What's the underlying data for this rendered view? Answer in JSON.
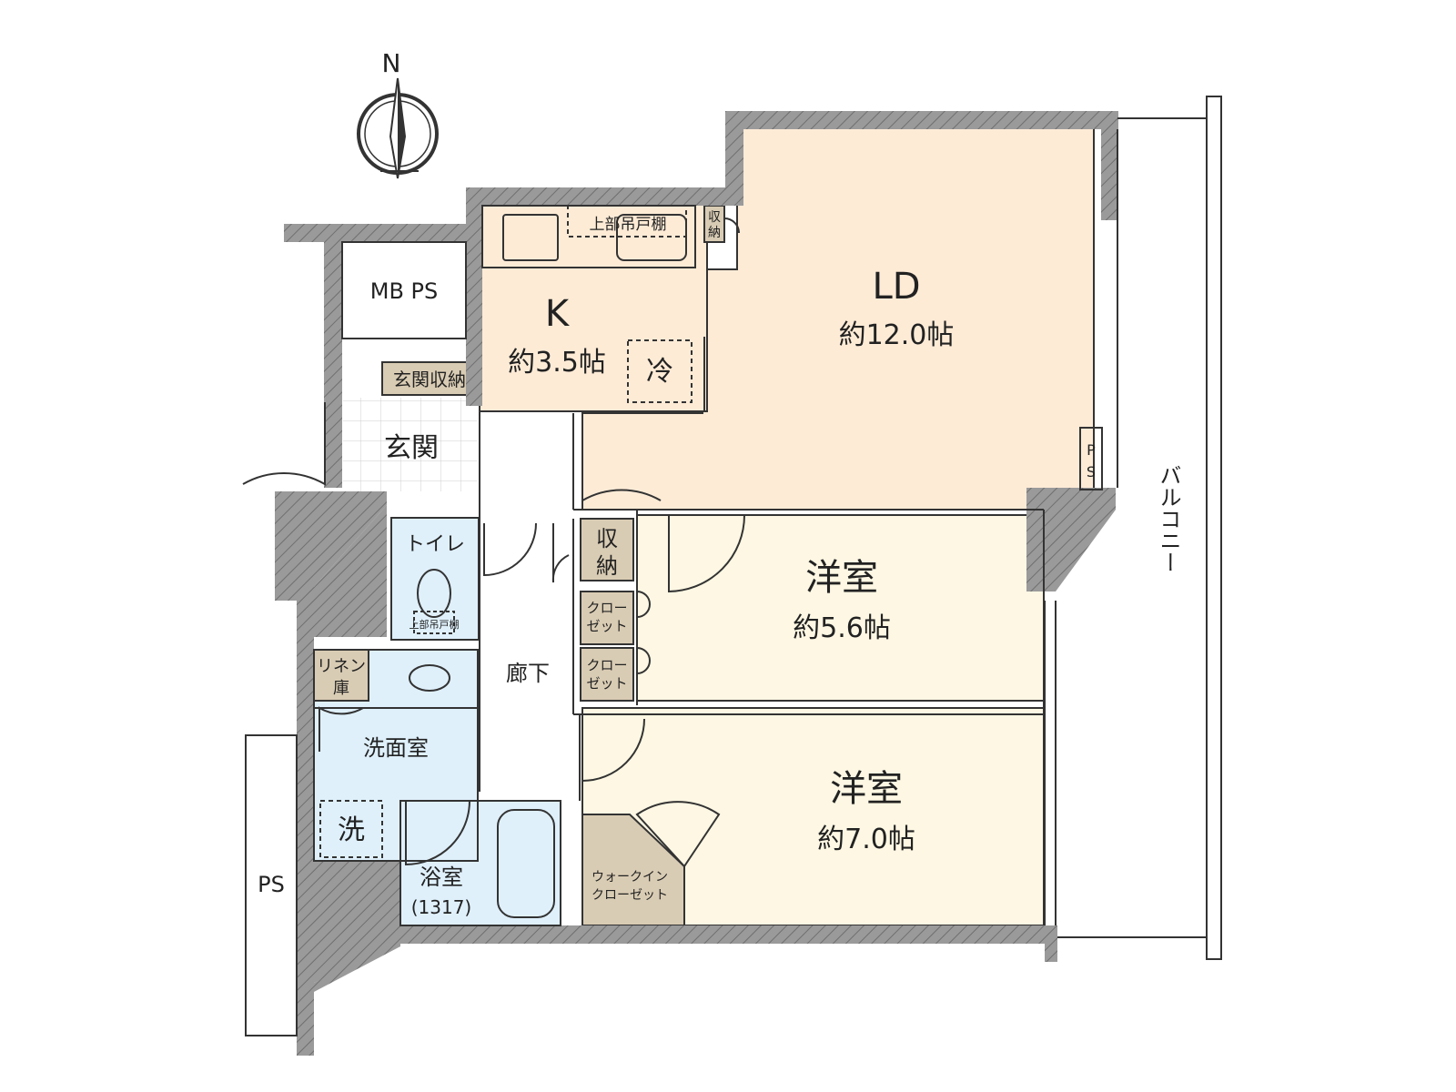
{
  "compass": {
    "north_label": "N"
  },
  "rooms": {
    "ld": {
      "name": "LD",
      "size": "約12.0帖",
      "color": "#fdebd6"
    },
    "kitchen": {
      "name": "K",
      "size": "約3.5帖",
      "color": "#fdebd6"
    },
    "fridge": {
      "label": "冷"
    },
    "upper_shelf": {
      "label": "上部吊戸棚"
    },
    "kitchen_storage": {
      "label_1": "収",
      "label_2": "納"
    },
    "mb_ps": {
      "label": "MB  PS"
    },
    "entrance_storage": {
      "label": "玄関収納"
    },
    "entrance": {
      "label": "玄関"
    },
    "toilet": {
      "label": "トイレ",
      "shelf": "上部吊戸棚",
      "color": "#dff0fb"
    },
    "hall_storage": {
      "label_1": "収",
      "label_2": "納"
    },
    "hallway": {
      "label": "廊下"
    },
    "western_1": {
      "name": "洋室",
      "size": "約5.6帖",
      "color": "#fdf7e3"
    },
    "closet_1": {
      "label_1": "クロー",
      "label_2": "ゼット"
    },
    "closet_2": {
      "label_1": "クロー",
      "label_2": "ゼット"
    },
    "linen": {
      "label_1": "リネン",
      "label_2": "庫"
    },
    "washroom": {
      "label": "洗面室",
      "washer": "洗",
      "color": "#dff0fb"
    },
    "bath": {
      "name": "浴室",
      "size": "(1317)",
      "color": "#dff0fb"
    },
    "walk_in": {
      "label_1": "ウォークイン",
      "label_2": "クローゼット"
    },
    "western_2": {
      "name": "洋室",
      "size": "約7.0帖",
      "color": "#fdf7e3"
    },
    "ps_left": {
      "label": "PS"
    },
    "ps_ld": {
      "label_1": "P",
      "label_2": "S"
    }
  },
  "balcony": {
    "label": "バルコニー"
  },
  "colors": {
    "wall": "#9a9a9a",
    "storage": "#d9ccb4",
    "outline": "#333333"
  }
}
